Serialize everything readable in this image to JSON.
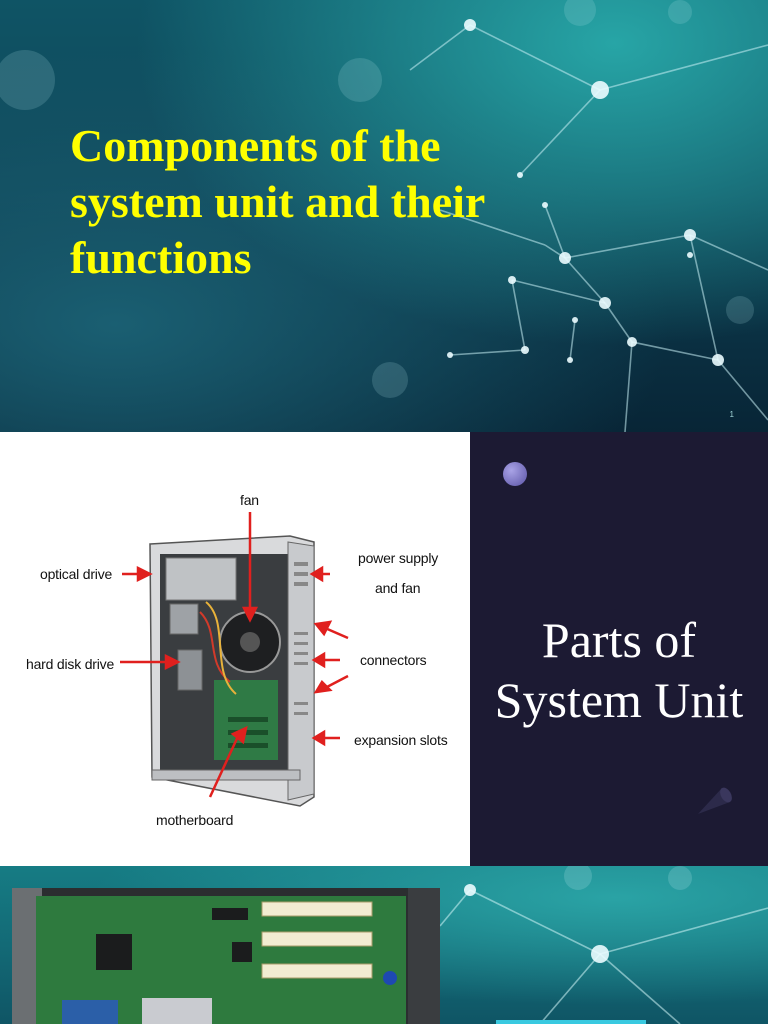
{
  "slide1": {
    "title": "Components of the system unit and their functions",
    "page_number": "1"
  },
  "slide2": {
    "diagram": {
      "labels": {
        "fan": "fan",
        "optical_drive": "optical drive",
        "power_supply_line1": "power supply",
        "power_supply_line2": "and fan",
        "hard_disk_drive": "hard disk drive",
        "connectors": "connectors",
        "expansion_slots": "expansion slots",
        "motherboard": "motherboard"
      }
    },
    "heading_line1": "Parts of",
    "heading_line2": "System Unit"
  },
  "slide3": {
    "photo": "motherboard-photo"
  },
  "colors": {
    "title_yellow": "#ffff00",
    "teal_background": "#0f5465",
    "dark_panel": "#1c1a33",
    "arrow_red": "#e0201e",
    "accent_cyan": "#39c9e0"
  }
}
